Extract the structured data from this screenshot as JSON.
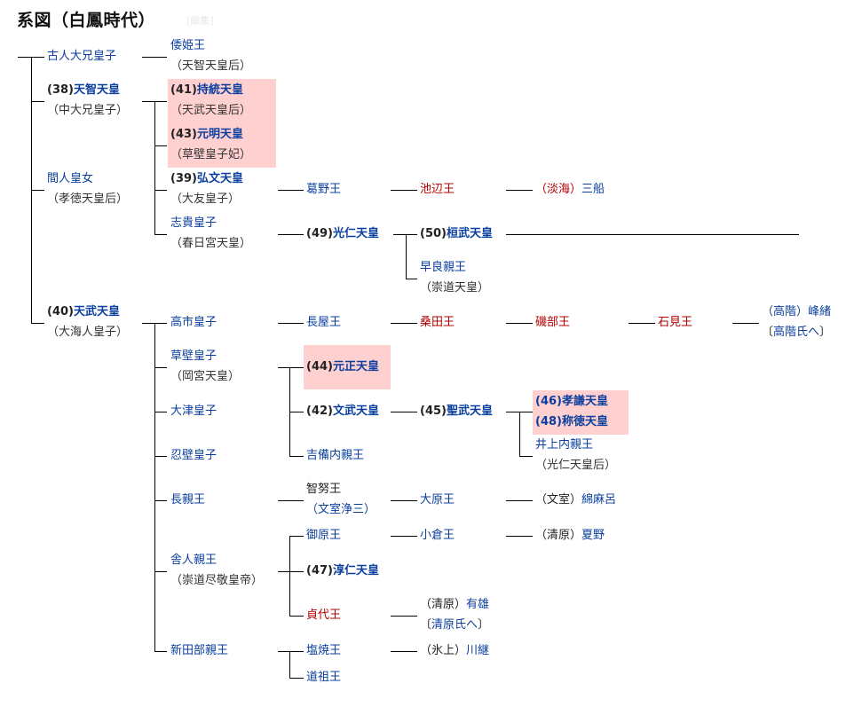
{
  "page": {
    "title": "系図（白鳳時代）",
    "edit_link": "[編集]"
  },
  "colors": {
    "link": "#0b3f9f",
    "redlink": "#b30000",
    "highlight": "#ffd0d0",
    "line": "#000000"
  },
  "nodes": {
    "furuhito": {
      "name": "古人大兄皇子"
    },
    "yamatohime": {
      "name": "倭姫王",
      "note": "（天智天皇后）"
    },
    "tenji": {
      "num": "(38)",
      "name": "天智天皇",
      "note": "（中大兄皇子）"
    },
    "jito": {
      "num": "(41)",
      "name": "持統天皇",
      "note": "（天武天皇后）"
    },
    "genmei": {
      "num": "(43)",
      "name": "元明天皇",
      "note": "（草壁皇子妃）"
    },
    "kobun": {
      "num": "(39)",
      "name": "弘文天皇",
      "note": "（大友皇子）"
    },
    "shiki": {
      "name": "志貴皇子",
      "note": "（春日宮天皇）"
    },
    "hashihito": {
      "name": "間人皇女",
      "note": "（孝徳天皇后）"
    },
    "kadono": {
      "name": "葛野王"
    },
    "ikebe": {
      "name": "池辺王"
    },
    "mifune": {
      "clan": "（淡海）",
      "name": "三船"
    },
    "konin": {
      "num": "(49)",
      "name": "光仁天皇"
    },
    "kanmu": {
      "num": "(50)",
      "name": "桓武天皇"
    },
    "sawara": {
      "name": "早良親王",
      "note": "（崇道天皇）"
    },
    "tenmu": {
      "num": "(40)",
      "name": "天武天皇",
      "note": "（大海人皇子）"
    },
    "takechi": {
      "name": "高市皇子"
    },
    "nagaya": {
      "name": "長屋王"
    },
    "kuwata": {
      "name": "桑田王"
    },
    "isobe": {
      "name": "磯部王"
    },
    "iwami": {
      "name": "石見王"
    },
    "mineo": {
      "clan": "（高階）",
      "name": "峰緒",
      "note_open": "〔",
      "note_link": "高階氏へ",
      "note_close": "〕"
    },
    "kusakabe": {
      "name": "草壁皇子",
      "note": "（岡宮天皇）"
    },
    "gensho": {
      "num": "(44)",
      "name": "元正天皇"
    },
    "monmu": {
      "num": "(42)",
      "name": "文武天皇"
    },
    "shomu": {
      "num": "(45)",
      "name": "聖武天皇"
    },
    "koken": {
      "num": "(46)",
      "name": "孝謙天皇"
    },
    "shotoku": {
      "num": "(48)",
      "name": "称徳天皇"
    },
    "inoue": {
      "name": "井上内親王",
      "note": "（光仁天皇后）"
    },
    "kibi": {
      "name": "吉備内親王"
    },
    "otsu": {
      "name": "大津皇子"
    },
    "osakabe": {
      "name": "忍壁皇子"
    },
    "naga": {
      "name": "長親王"
    },
    "chinu": {
      "name": "智努王",
      "note": "（文室浄三）"
    },
    "ohara": {
      "name": "大原王"
    },
    "watamaro": {
      "clan": "（文室）",
      "name": "綿麻呂"
    },
    "toneri": {
      "name": "舎人親王",
      "note": "（崇道尽敬皇帝）"
    },
    "mihara": {
      "name": "御原王"
    },
    "ogura": {
      "name": "小倉王"
    },
    "natsuno": {
      "clan": "（清原）",
      "name": "夏野"
    },
    "junnin": {
      "num": "(47)",
      "name": "淳仁天皇"
    },
    "sadayo": {
      "name": "貞代王"
    },
    "ario": {
      "clan": "（清原）",
      "name": "有雄",
      "note_open": "〔",
      "note_link": "清原氏へ",
      "note_close": "〕"
    },
    "niitabe": {
      "name": "新田部親王"
    },
    "shioyaki": {
      "name": "塩焼王"
    },
    "kawatsugu": {
      "clan": "（氷上）",
      "name": "川継"
    },
    "funado": {
      "name": "道祖王"
    }
  }
}
